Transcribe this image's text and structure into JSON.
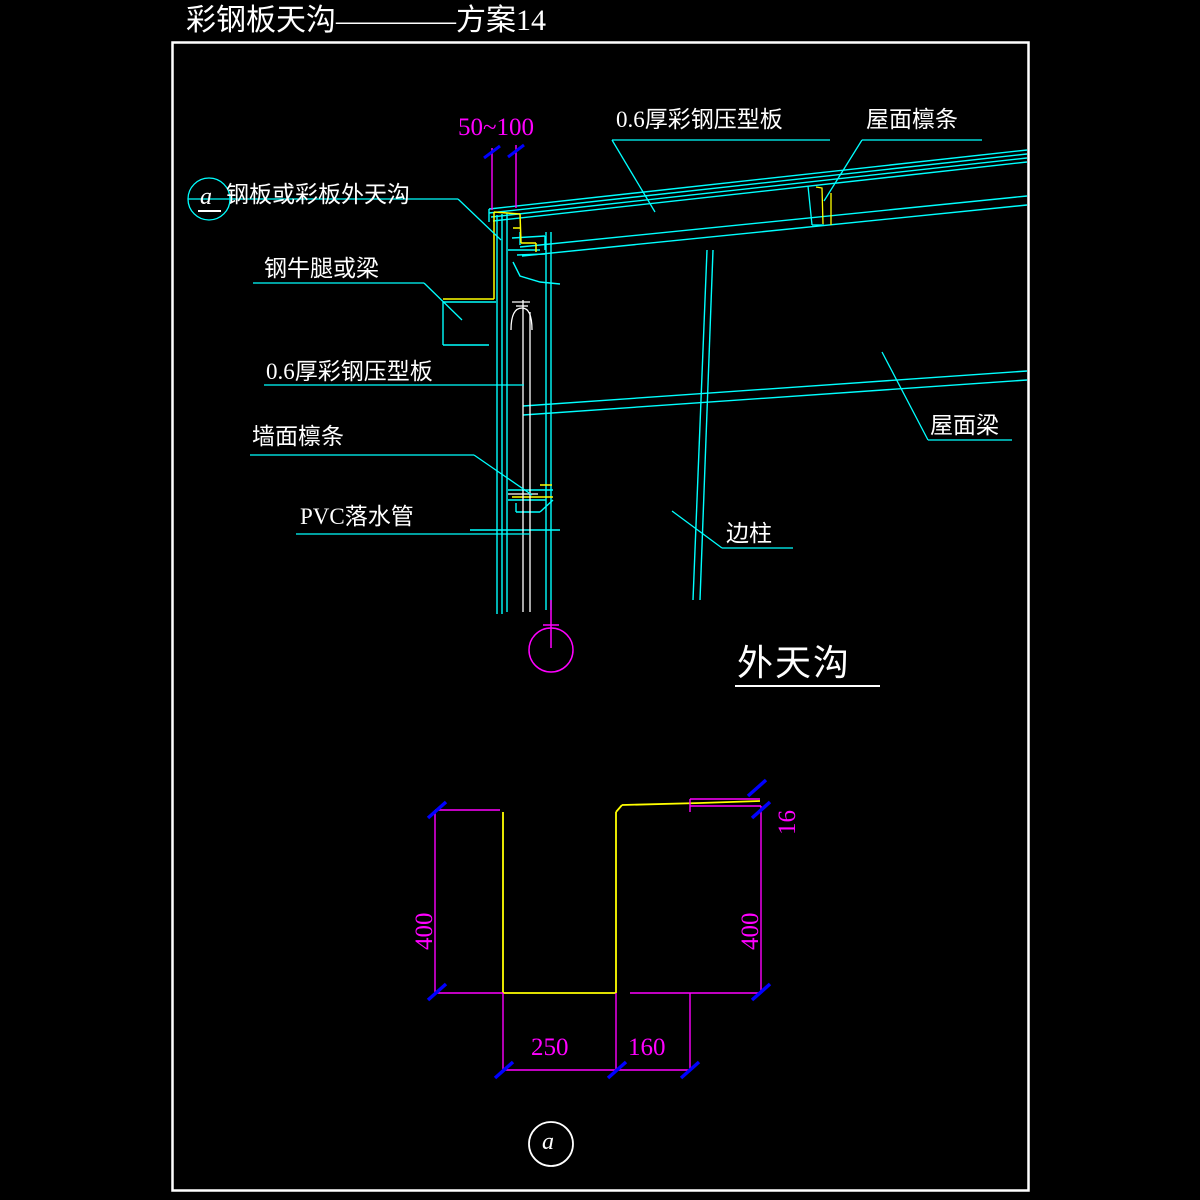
{
  "drawing": {
    "title": "彩钢板天沟————方案14",
    "section_title": "外天沟",
    "detail_marker_top": "a",
    "detail_marker_bottom": "a",
    "colors": {
      "background": "#000000",
      "frame": "#ffffff",
      "text": "#ffffff",
      "geometry_cyan": "#00ffff",
      "geometry_yellow": "#ffff00",
      "dimension_magenta": "#ff00ff",
      "tick_blue": "#0000ff"
    }
  },
  "labels": {
    "gutter_callout": "钢板或彩板外天沟",
    "steel_corbel": "钢牛腿或梁",
    "roof_panel": "0.6厚彩钢压型板",
    "roof_purlin": "屋面檩条",
    "wall_panel": "0.6厚彩钢压型板",
    "wall_purlin": "墙面檩条",
    "pvc_downpipe": "PVC落水管",
    "roof_beam": "屋面梁",
    "side_column": "边柱"
  },
  "dimensions": {
    "overhang": "50~100",
    "left_depth": "400",
    "right_depth": "400",
    "lip": "16",
    "bottom_width": "250",
    "right_width": "160"
  }
}
